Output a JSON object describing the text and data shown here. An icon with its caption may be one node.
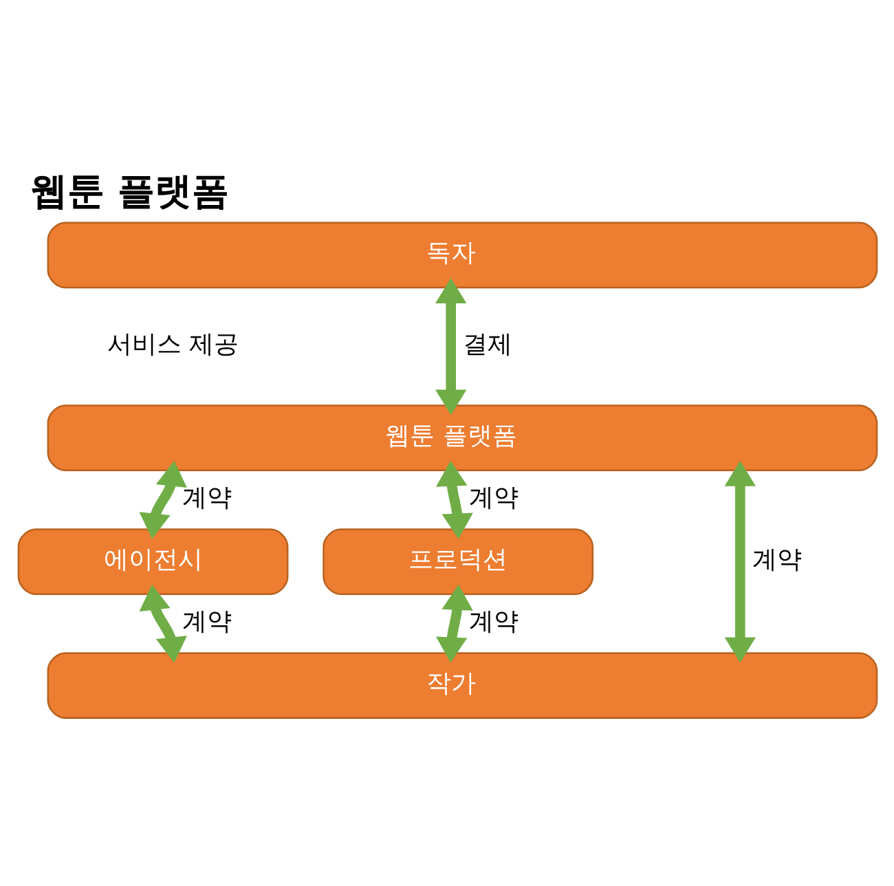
{
  "diagram": {
    "title": "웹툰 플랫폼",
    "nodes": [
      {
        "text": [
          "독자"
        ]
      },
      {
        "text": [
          "웹툰 플랫폼"
        ]
      },
      {
        "text": [
          "에이전시"
        ]
      },
      {
        "text": [
          "프로덕션"
        ]
      },
      {
        "text": [
          "작가"
        ]
      }
    ],
    "edges": [
      {
        "from": 0,
        "to": 1,
        "arrow": "both",
        "label": "결제"
      },
      {
        "from": 1,
        "to": 2,
        "arrow": "both",
        "label": "계약"
      },
      {
        "from": 1,
        "to": 3,
        "arrow": "both",
        "label": "계약"
      },
      {
        "from": 1,
        "to": 4,
        "arrow": "both",
        "label": "계약"
      },
      {
        "from": 2,
        "to": 4,
        "arrow": "both",
        "label": "계약"
      },
      {
        "from": 3,
        "to": 4,
        "arrow": "both",
        "label": "계약"
      }
    ],
    "labels": [
      "서비스 제공"
    ]
  }
}
